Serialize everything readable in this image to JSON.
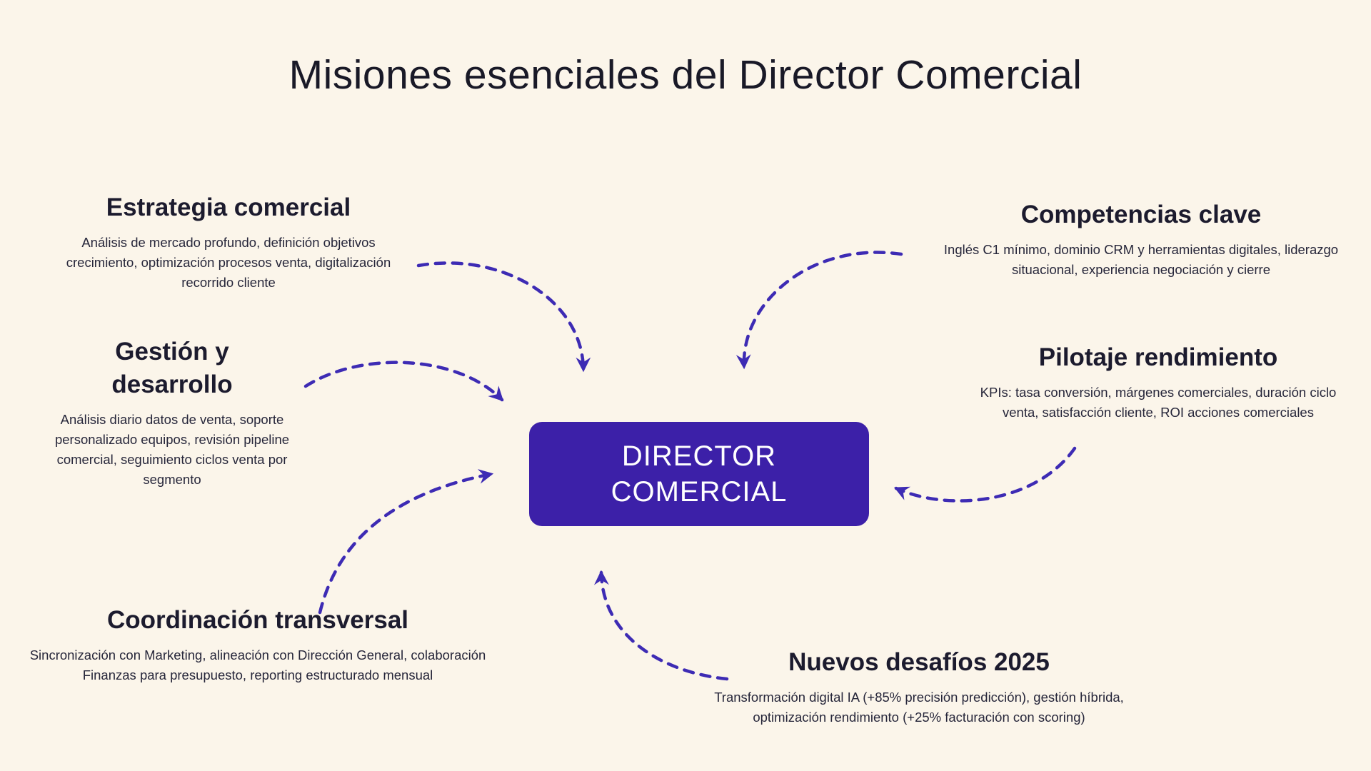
{
  "page": {
    "title": "Misiones esenciales del Director Comercial"
  },
  "colors": {
    "background": "#fbf5ea",
    "accent": "#3d2bb4",
    "center_box": "#3c20a8",
    "heading_text": "#1c1b2e",
    "body_text": "#26263a",
    "center_text": "#ffffff"
  },
  "center_node": {
    "line1": "DIRECTOR",
    "line2": "COMERCIAL"
  },
  "nodes": [
    {
      "id": "estrategia-comercial",
      "title": "Estrategia comercial",
      "description": "Análisis de mercado profundo, definición objetivos crecimiento, optimización procesos venta, digitalización recorrido cliente"
    },
    {
      "id": "gestion-desarrollo",
      "title": "Gestión y desarrollo",
      "description": "Análisis diario datos de venta, soporte personalizado equipos, revisión pipeline comercial, seguimiento ciclos venta por segmento"
    },
    {
      "id": "coordinacion-transversal",
      "title": "Coordinación transversal",
      "description": "Sincronización con Marketing, alineación con Dirección General, colaboración Finanzas para presupuesto, reporting estructurado mensual"
    },
    {
      "id": "competencias-clave",
      "title": "Competencias clave",
      "description": "Inglés C1 mínimo, dominio CRM y herramientas digitales, liderazgo situacional, experiencia negociación y cierre"
    },
    {
      "id": "pilotaje-rendimiento",
      "title": "Pilotaje rendimiento",
      "description": "KPIs: tasa conversión, márgenes comerciales, duración ciclo venta, satisfacción cliente, ROI acciones comerciales"
    },
    {
      "id": "nuevos-desafios-2025",
      "title": "Nuevos desafíos 2025",
      "description": "Transformación digital IA (+85% precisión predicción), gestión híbrida, optimización rendimiento (+25% facturación con scoring)"
    }
  ]
}
